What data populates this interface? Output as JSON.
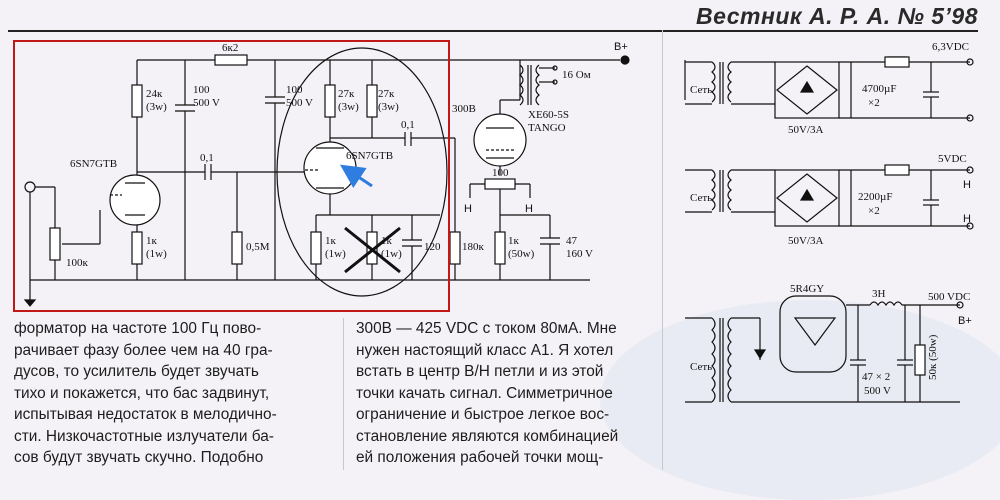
{
  "header": {
    "title": "Вестник А. Р. А. № 5’98"
  },
  "amp_schematic": {
    "labels": {
      "r_top": "6к2",
      "b_plus": "B+",
      "r24k": "24к",
      "r24k_w": "(3w)",
      "c100_1": "100",
      "c100_1_v": "500 V",
      "c100_2": "100",
      "c100_2_v": "500 V",
      "r27k_a": "27к",
      "r27k_a_w": "(3w)",
      "r27k_b": "27к",
      "r27k_b_w": "(3w)",
      "ohm16": "16 Ом",
      "tube_out": "300B",
      "transformer": "XE60-5S",
      "transformer_2": "TANGO",
      "tube_in": "6SN7GTB",
      "tube_pi": "6SN7GTB",
      "c01_a": "0,1",
      "c01_b": "0,1",
      "pot100": "100",
      "h1": "H",
      "h2": "H",
      "r1k_a": "1к",
      "r1k_a_w": "(1w)",
      "r05m": "0,5M",
      "r1k_b": "1к",
      "r1k_b_w": "(1w)",
      "r1k_c": "1к",
      "r1k_c_w": "(1w)",
      "c120": "120",
      "r180k": "180к",
      "r1k_d": "1к",
      "r1k_d_w": "(50w)",
      "c47": "47",
      "c47_v": "160 V",
      "pot100k": "100к"
    }
  },
  "psu_schematics": {
    "ps1": {
      "net": "Сеть",
      "out": "6,3VDC",
      "cap": "4700µF",
      "cap_x": "×2",
      "rating": "50V/3A"
    },
    "ps2": {
      "net": "Сеть",
      "out": "5VDC",
      "cap": "2200µF",
      "cap_x": "×2",
      "rating": "50V/3A",
      "h_top": "H",
      "h_bot": "H"
    },
    "ps3": {
      "net": "Сеть",
      "tube": "5R4GY",
      "choke": "3H",
      "out": "500 VDC",
      "b_plus": "B+",
      "cap": "47 × 2",
      "cap_v": "500 V",
      "res": "50к (50w)"
    }
  },
  "article": {
    "col1": [
      "форматор на частоте 100 Гц  пово-",
      "рачивает фазу более чем на 40 гра-",
      "дусов, то усилитель будет звучать",
      "тихо и покажется, что бас задвинут,",
      "испытывая недостаток в мелодично-",
      "сти. Низкочастотные излучатели ба-",
      "сов будут звучать скучно. Подобно"
    ],
    "col2": [
      "300B — 425 VDC с током 80мА. Мне",
      "нужен настоящий класс А1. Я хотел",
      "встать в центр В/Н петли и из этой",
      "точки качать сигнал. Симметричное",
      "ограничение и быстрое легкое вос-",
      "становление являются комбинацией",
      "ей положения рабочей точки мощ-"
    ]
  },
  "colors": {
    "frame": "#c41818",
    "arrow": "#2f7de0",
    "header_text": "#2a2a2a"
  }
}
